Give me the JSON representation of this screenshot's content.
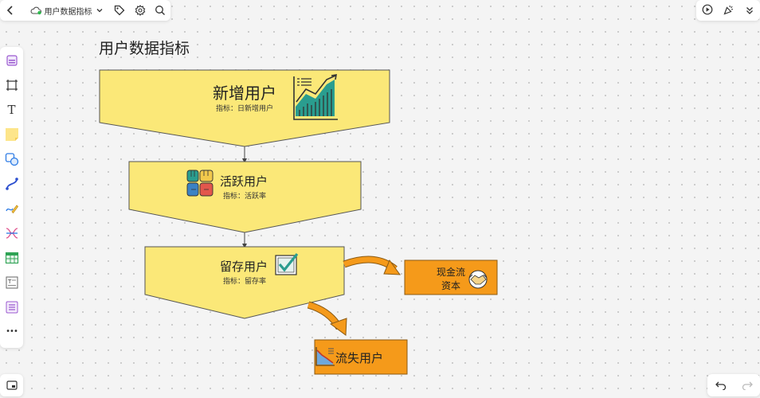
{
  "toolbar": {
    "back_icon": "chevron-left-icon",
    "cloud_icon": "cloud-icon",
    "doc_title": "用户数据指标",
    "dropdown_icon": "chevron-down-icon",
    "tag_icon": "tag-icon",
    "settings_icon": "gear-icon",
    "search_icon": "search-icon"
  },
  "top_right": {
    "icons": [
      "play-icon",
      "celebrate-icon",
      "collapse-icon"
    ]
  },
  "left_tools": [
    {
      "name": "template-tool",
      "icon": "template-icon"
    },
    {
      "name": "frame-tool",
      "icon": "frame-icon"
    },
    {
      "name": "text-tool",
      "icon": "text-icon",
      "label": "T"
    },
    {
      "name": "sticky-note-tool",
      "icon": "sticky-note-icon"
    },
    {
      "name": "shape-tool",
      "icon": "shape-icon"
    },
    {
      "name": "connector-tool",
      "icon": "connector-icon"
    },
    {
      "name": "pen-tool",
      "icon": "pen-icon"
    },
    {
      "name": "mindmap-tool",
      "icon": "mindmap-icon"
    },
    {
      "name": "table-tool",
      "icon": "table-icon"
    },
    {
      "name": "text-block-tool",
      "icon": "text-block-icon"
    },
    {
      "name": "list-tool",
      "icon": "list-icon"
    },
    {
      "name": "more-tool",
      "icon": "more-icon",
      "label": "•••"
    }
  ],
  "canvas": {
    "title": "用户数据指标",
    "funnel": [
      {
        "title": "新增用户",
        "metric": "指标：日新增用户",
        "icon": "growth-chart-icon",
        "fill": "#fbe878"
      },
      {
        "title": "活跃用户",
        "metric": "指标：活跃率",
        "icon": "hands-icon",
        "fill": "#fbe878"
      },
      {
        "title": "留存用户",
        "metric": "指标：留存率",
        "icon": "checkbox-icon",
        "fill": "#fbe878"
      }
    ],
    "side_boxes": [
      {
        "lines": [
          "现金流",
          "资本"
        ],
        "icon": "handshake-icon",
        "fill": "#f59a1a"
      },
      {
        "lines": [
          "流失用户"
        ],
        "icon": "decline-chart-icon",
        "fill": "#f59a1a"
      }
    ],
    "colors": {
      "funnel_fill": "#fbe878",
      "stroke": "#555555",
      "orange": "#f59a1a",
      "teal": "#2a9d8f"
    }
  },
  "bottom": {
    "undo_icon": "undo-icon",
    "redo_icon": "redo-icon",
    "minimap_icon": "minimap-icon"
  }
}
